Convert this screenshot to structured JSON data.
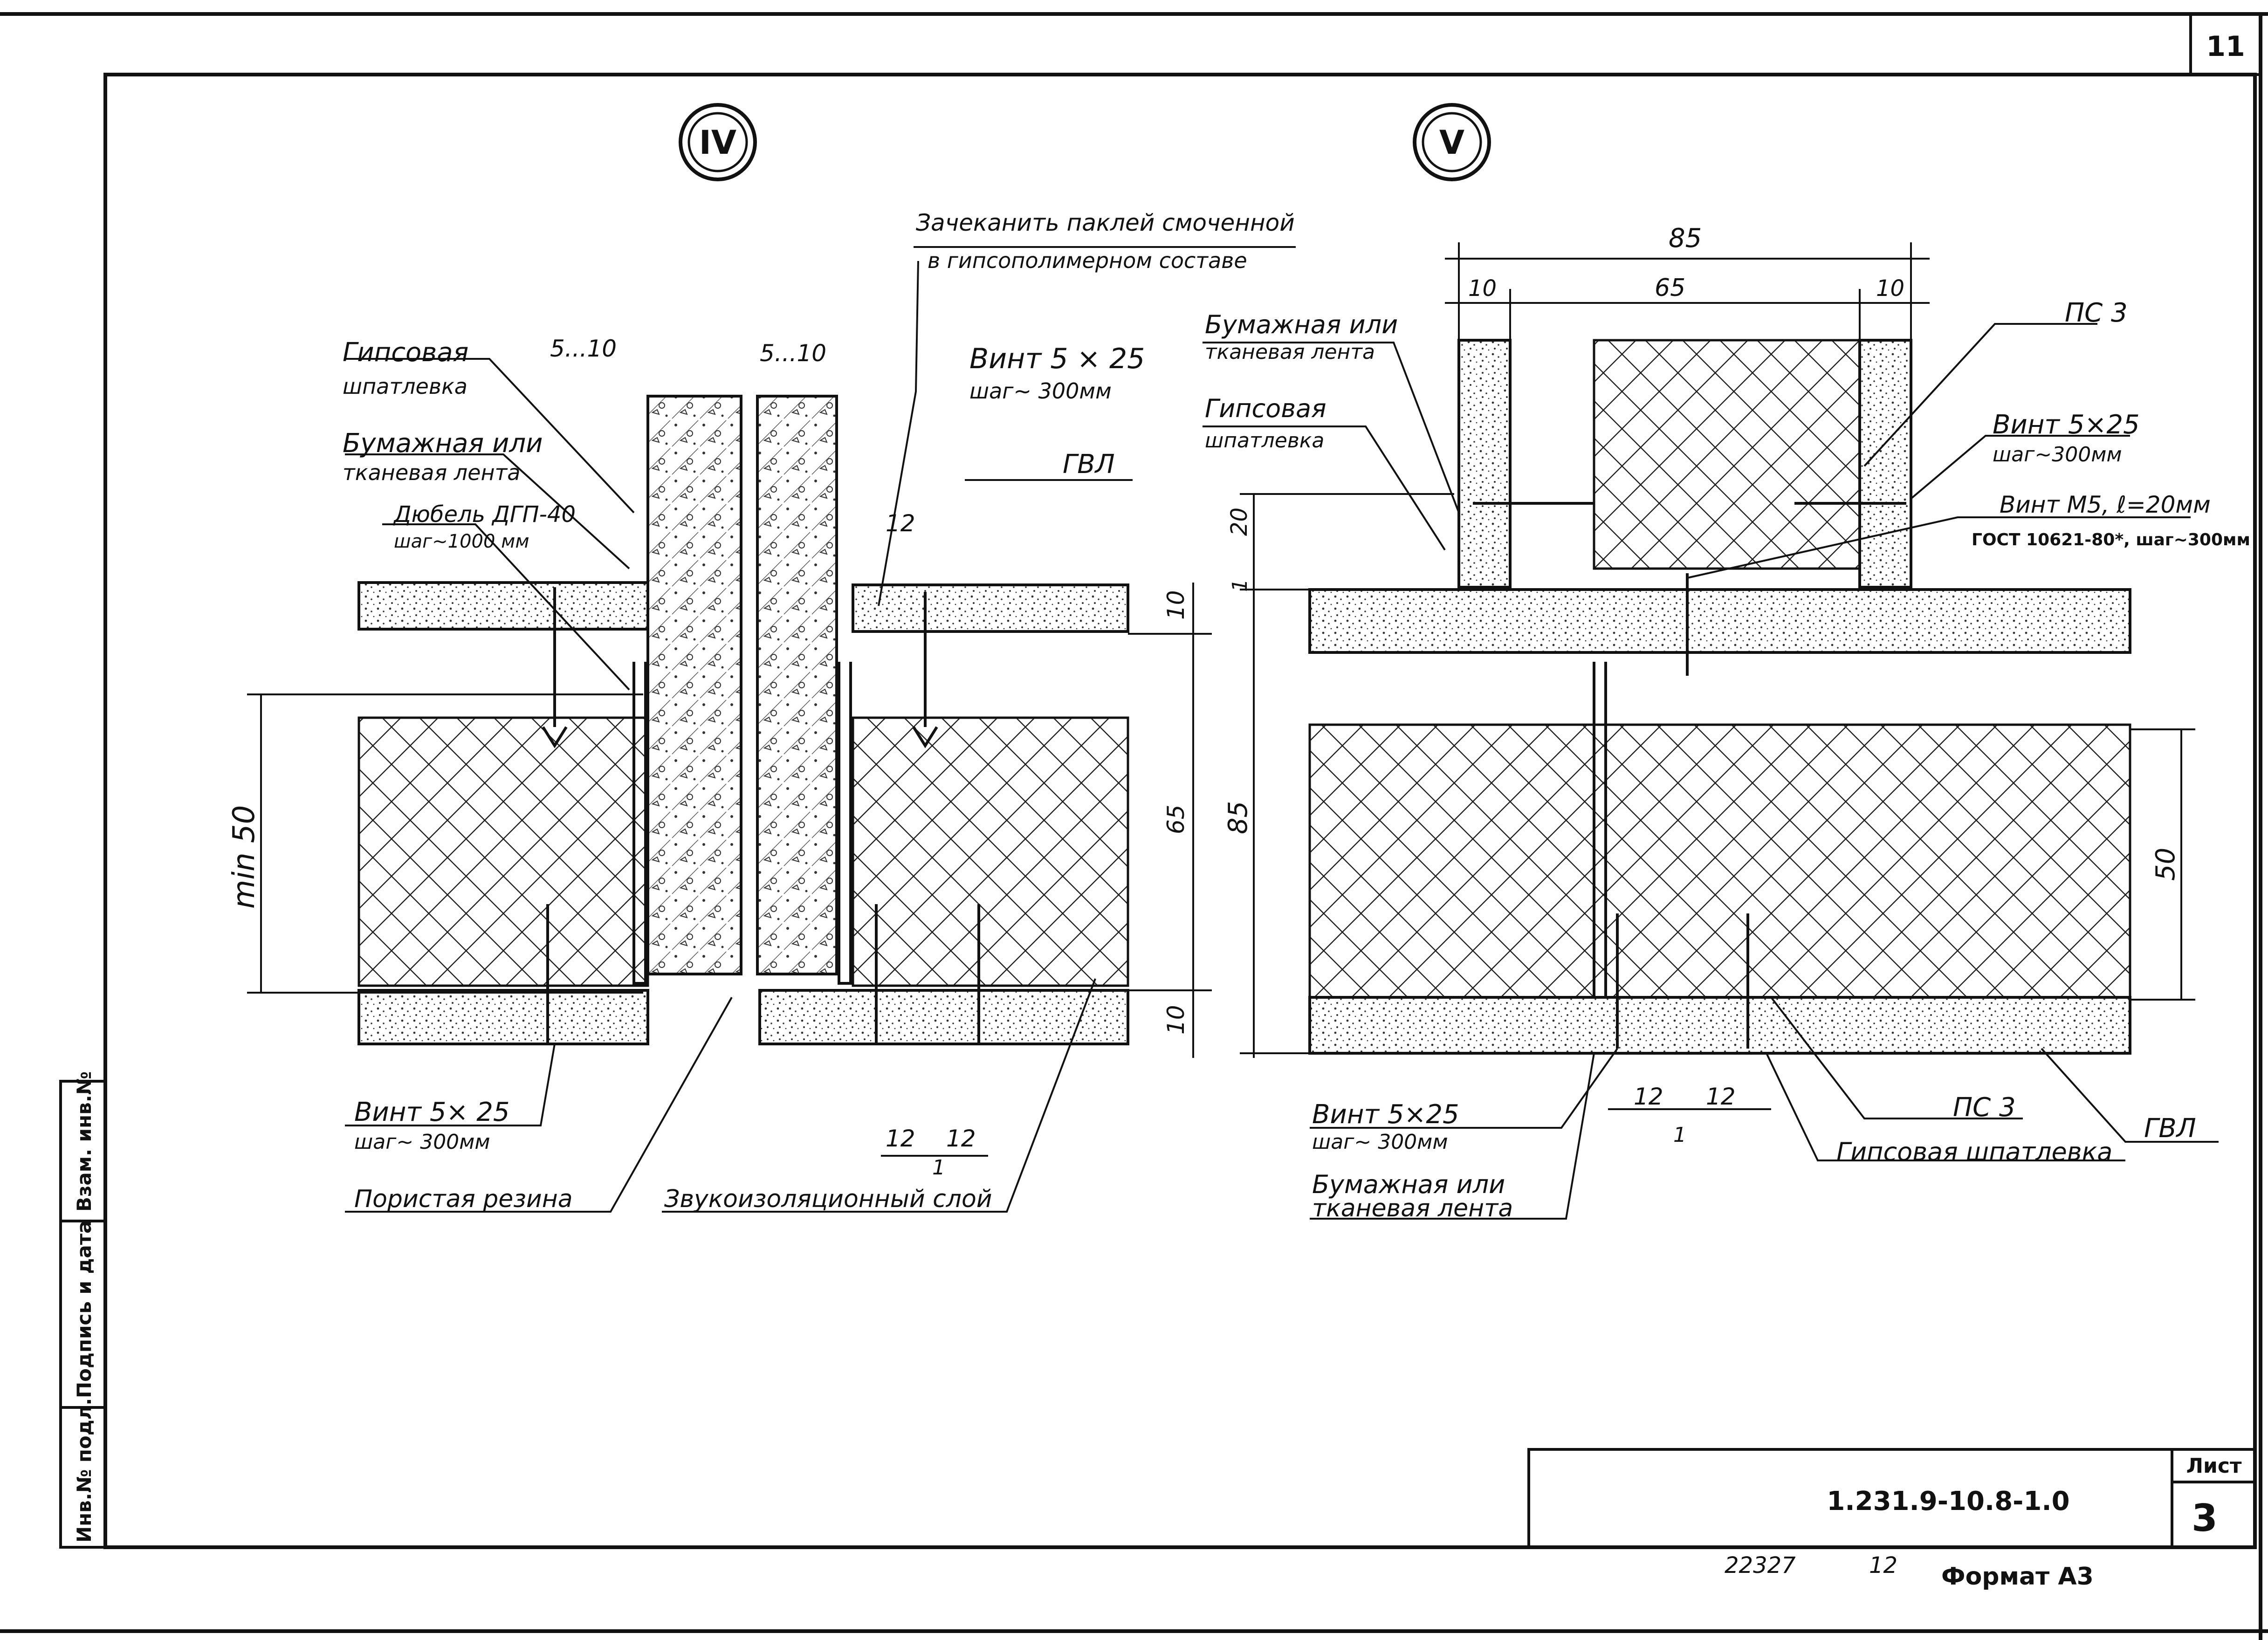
{
  "sheet": {
    "page_number": "11",
    "document_code": "1.231.9-10.8-1.0",
    "sheet_label": "Лист",
    "sheet_number": "3",
    "format": "Формат А3",
    "inventory_number": "22327",
    "copy_number": "12"
  },
  "side_stamp": {
    "inv_original": "Инв.№ подл.",
    "signature_date": "Подпись и дата",
    "replaces_inv": "Взам. инв.№"
  },
  "detail_iv": {
    "marker": "IV",
    "caulk_note_line1": "Зачеканить паклей смоченной",
    "caulk_note_line2": "в гипсополимерном составе",
    "gypsum_filler": "Гипсовая",
    "gypsum_filler_2": "шпатлевка",
    "dim_gap_left": "5...10",
    "dim_gap_right": "5...10",
    "tape_line1": "Бумажная или",
    "tape_line2": "тканевая лента",
    "dowel": "Дюбель ДГП-40",
    "dowel_pitch": "шаг~1000 мм",
    "screw_top": "Винт 5 × 25",
    "screw_top_pitch": "шаг~ 300мм",
    "gvl": "ГВЛ",
    "dim_12": "12",
    "dim_10_top": "10",
    "dim_65": "65",
    "dim_10_bottom": "10",
    "dim_min50": "min 50",
    "screw_bottom": "Винт 5× 25",
    "screw_bottom_pitch": "шаг~ 300мм",
    "porous_rubber": "Пористая резина",
    "sound_layer": "Звукоизоляционный слой",
    "dim_12a": "12",
    "dim_12b": "12",
    "dim_1": "1"
  },
  "detail_v": {
    "marker": "V",
    "dim_85_top": "85",
    "dim_10_left": "10",
    "dim_65": "65",
    "dim_10_right": "10",
    "tape_line1": "Бумажная или",
    "tape_line2": "тканевая лента",
    "ps3_top": "ПС 3",
    "gypsum_filler": "Гипсовая",
    "gypsum_filler_2": "шпатлевка",
    "screw_top": "Винт 5×25",
    "screw_top_pitch": "шаг~300мм",
    "screw_m5": "Винт М5, ℓ=20мм",
    "screw_m5_std": "ГОСТ 10621-80*, шаг~300мм",
    "dim_20": "20",
    "dim_1": "1",
    "dim_85_left": "85",
    "dim_50": "50",
    "screw_bottom": "Винт 5×25",
    "screw_bottom_pitch": "шаг~ 300мм",
    "tape_bottom_line1": "Бумажная или",
    "tape_bottom_line2": "тканевая лента",
    "dim_12a": "12",
    "dim_12b": "12",
    "dim_1_bottom": "1",
    "ps3_bottom": "ПС 3",
    "gypsum_filler_bottom": "Гипсовая шпатлевка",
    "gvl_bottom": "ГВЛ"
  }
}
